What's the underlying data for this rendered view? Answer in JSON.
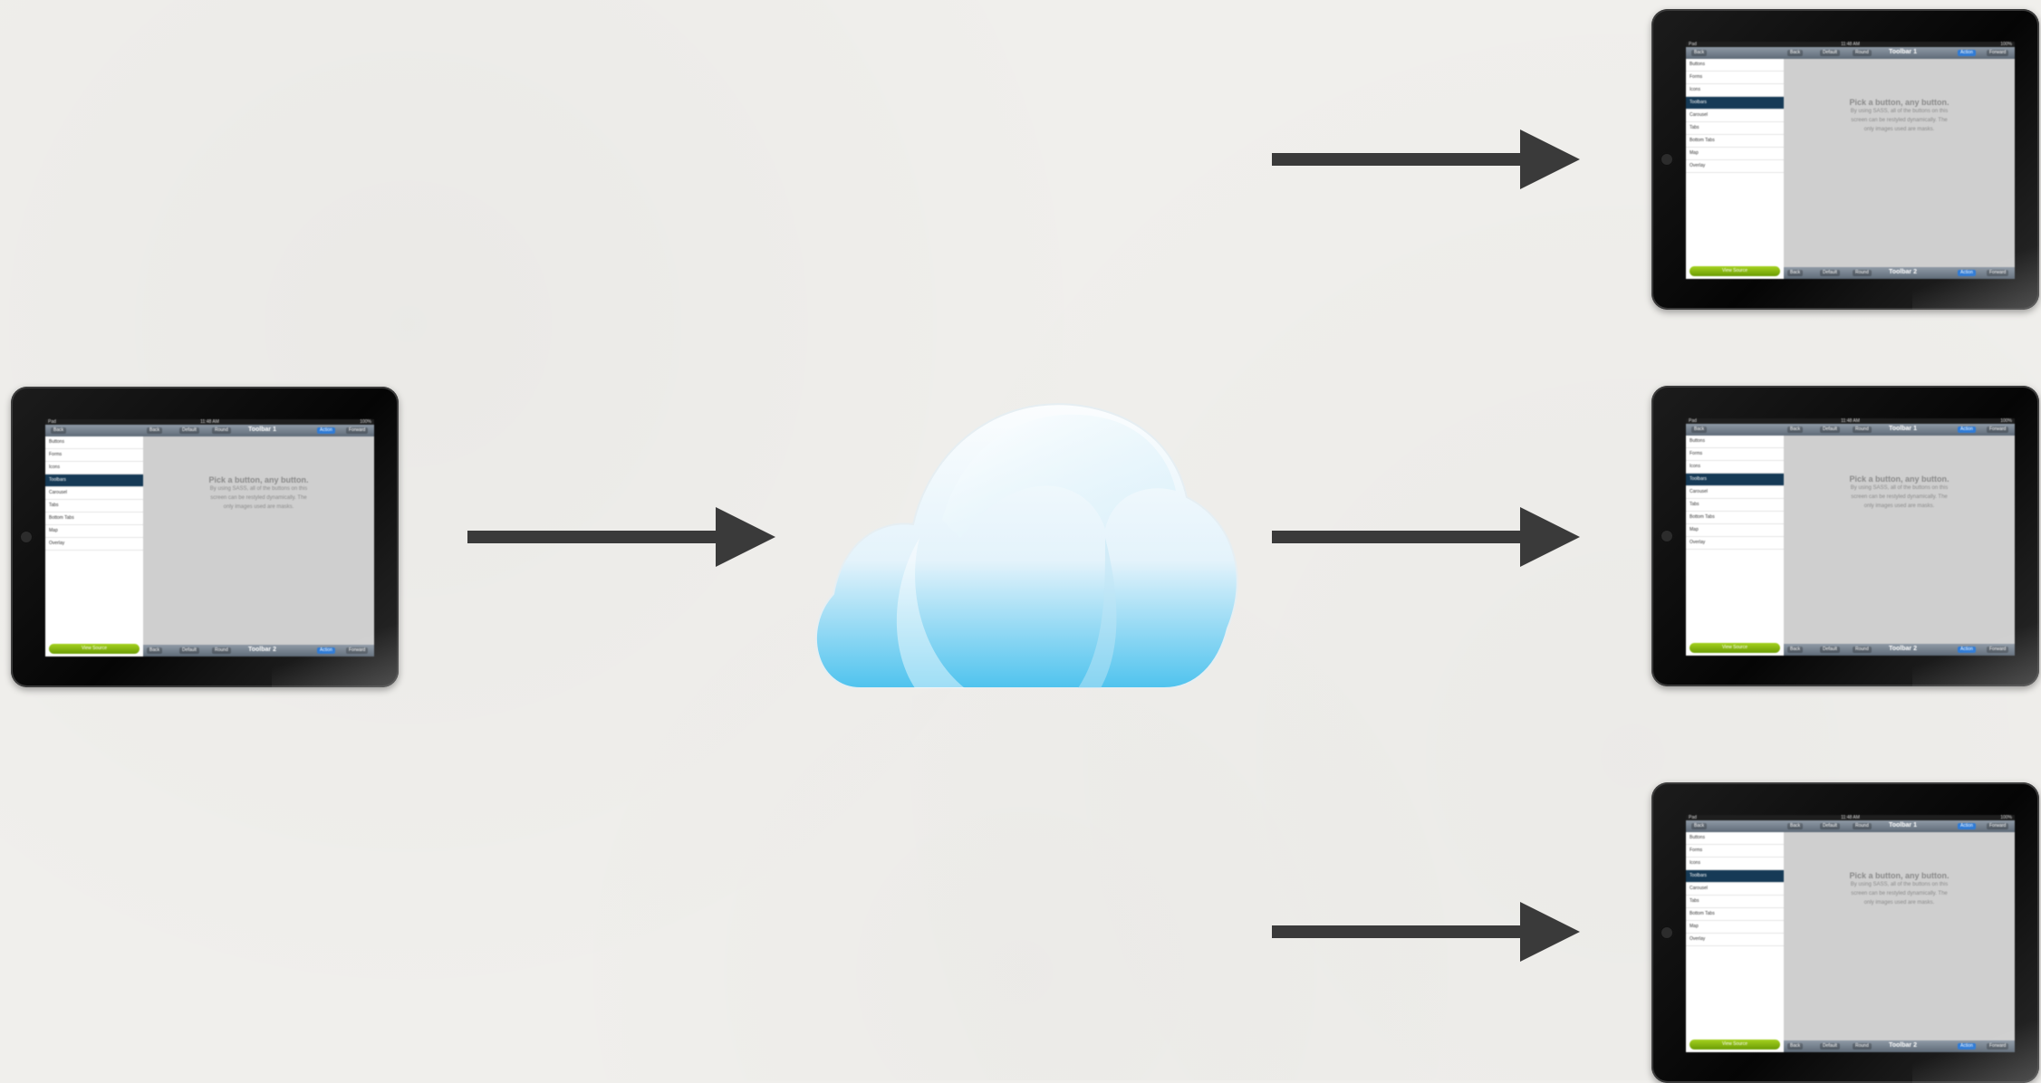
{
  "colors": {
    "background": "#f0efec",
    "arrow": "#3a3a3a",
    "cloud_light": "#f7fbfd",
    "cloud_dark": "#4fc3ee",
    "selected_row": "#163a56",
    "green_button": "#8cbc0f",
    "blue_button": "#2f7bd6"
  },
  "icons": [
    "arrow-right-icon",
    "cloud-icon",
    "ipad-device-icon"
  ],
  "screen": {
    "status_left": "Pad",
    "status_time": "11:48 AM",
    "status_right": "100%",
    "top_toolbar": {
      "left_button": "Back",
      "buttons": [
        "Back",
        "Default",
        "Round"
      ],
      "title": "Toolbar 1",
      "right_buttons": [
        "Action",
        "Forward"
      ]
    },
    "bottom_toolbar": {
      "buttons": [
        "Back",
        "Default",
        "Round"
      ],
      "title": "Toolbar 2",
      "right_buttons": [
        "Action",
        "Forward"
      ]
    },
    "sidebar_items": [
      "Buttons",
      "Forms",
      "Icons",
      "Toolbars",
      "Carousel",
      "Tabs",
      "Bottom Tabs",
      "Map",
      "Overlay"
    ],
    "selected_index": 3,
    "sidebar_button": "View Source",
    "heading": "Pick a button, any button.",
    "body_lines": [
      "By using SASS, all of the buttons on this",
      "screen can be restyled dynamically. The",
      "only images used are masks."
    ]
  }
}
